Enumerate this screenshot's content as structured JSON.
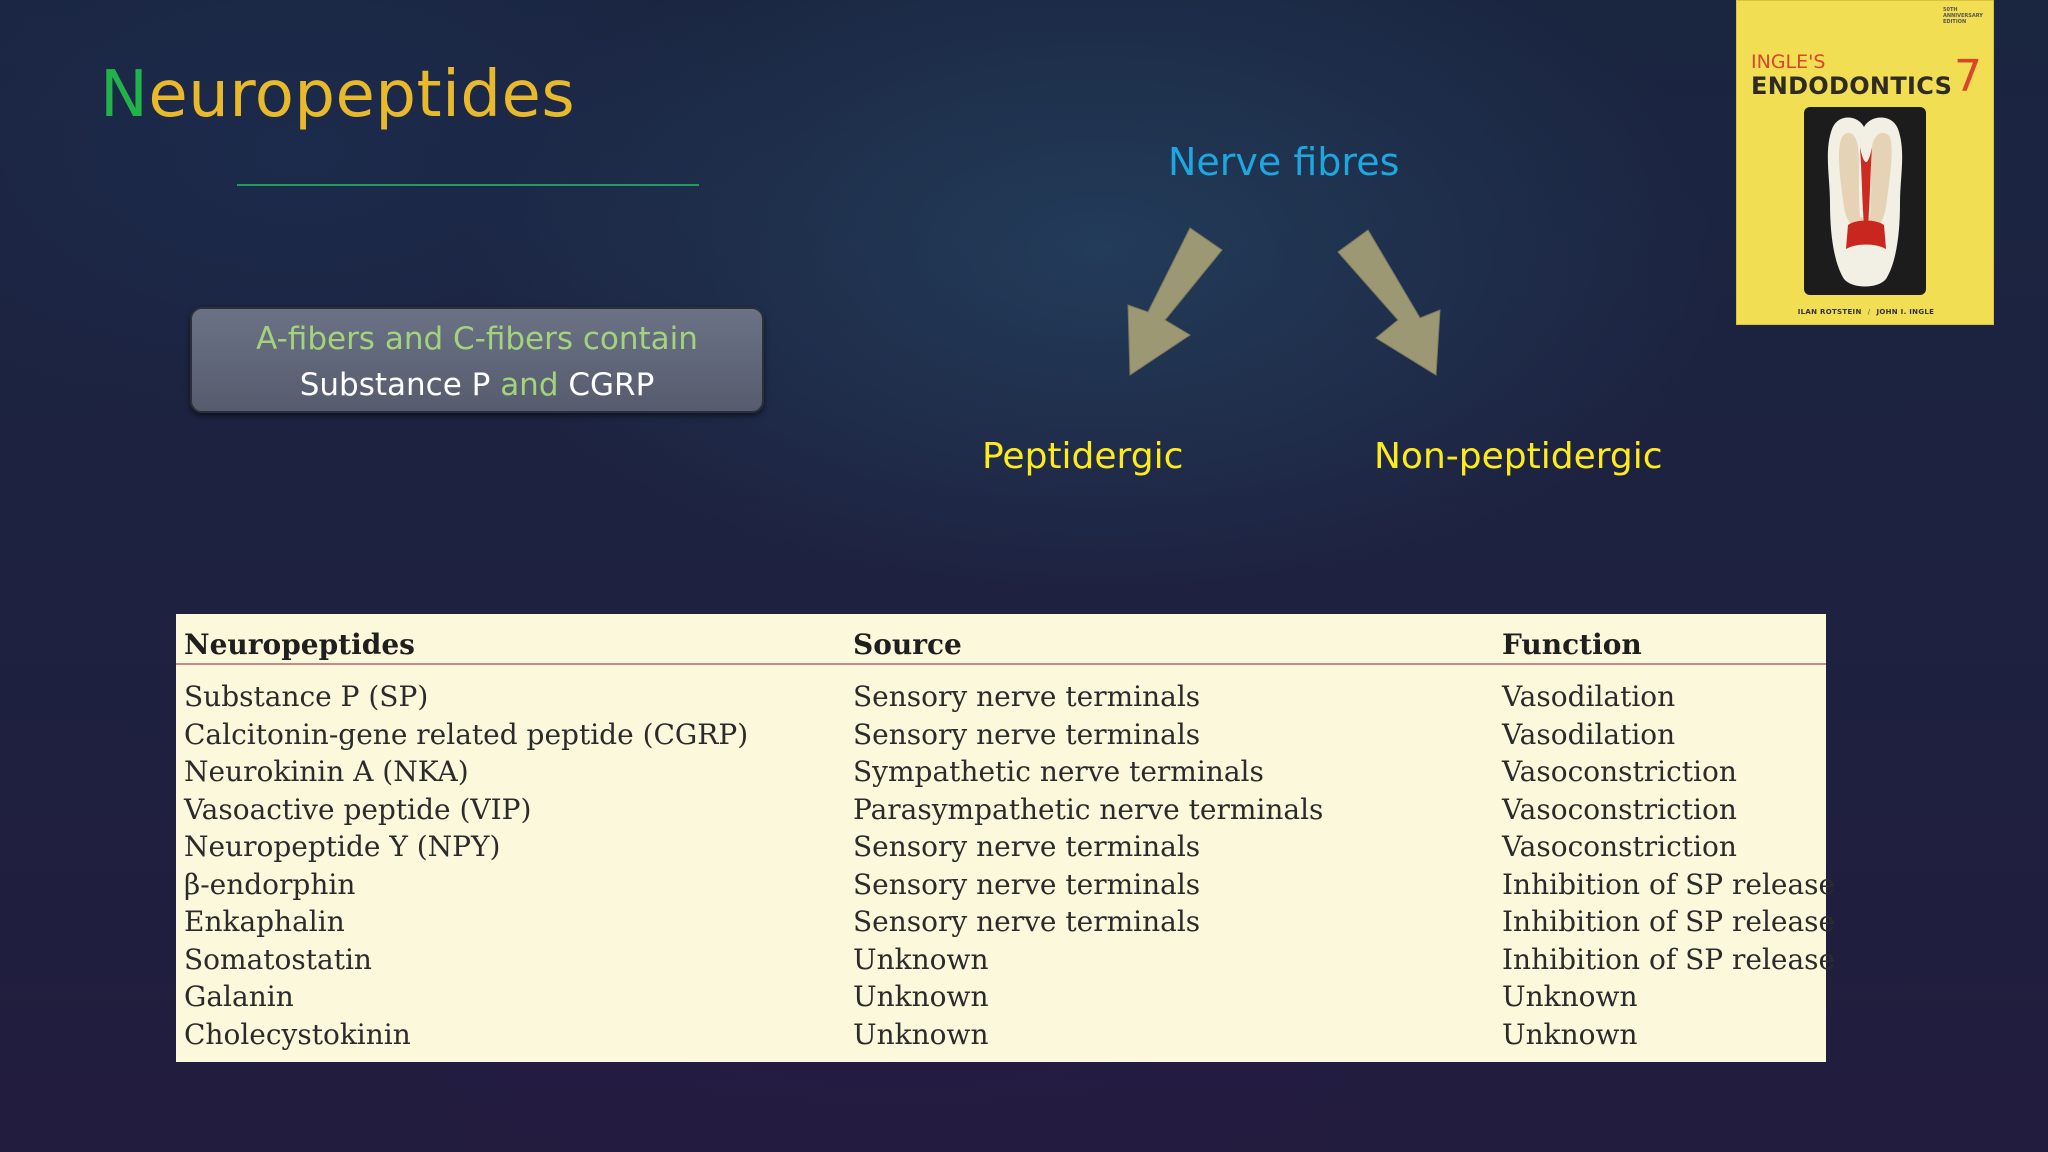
{
  "slide": {
    "title_first_letter": "N",
    "title_rest": "europeptides"
  },
  "callout": {
    "line1": "A-fibers and C-fibers contain",
    "substance_p": "Substance P",
    "and": "and",
    "cgrp": "CGRP"
  },
  "diagram": {
    "root": "Nerve fibres",
    "left_branch": "Peptidergic",
    "right_branch": "Non-peptidergic"
  },
  "book_cover": {
    "edition_note": "50TH ANNIVERSARY EDITION",
    "publisher": "INGLE'S",
    "title": "ENDODONTICS",
    "edition_number": "7",
    "author1": "ILAN ROTSTEIN",
    "author_separator": "/",
    "author2": "JOHN I. INGLE"
  },
  "colors": {
    "title_accent": "#22b24c",
    "title": "#e8b92a",
    "nerve_fibres": "#1da6e0",
    "branch_labels": "#ffeb1a",
    "arrow_fill": "#9c9874",
    "table_bg": "#fcf8dc"
  },
  "table": {
    "headers": [
      "Neuropeptides",
      "Source",
      "Function"
    ],
    "rows": [
      [
        "Substance P (SP)",
        "Sensory nerve terminals",
        "Vasodilation"
      ],
      [
        "Calcitonin-gene related peptide (CGRP)",
        "Sensory nerve terminals",
        "Vasodilation"
      ],
      [
        "Neurokinin A (NKA)",
        "Sympathetic nerve terminals",
        "Vasoconstriction"
      ],
      [
        "Vasoactive peptide (VIP)",
        "Parasympathetic nerve terminals",
        "Vasoconstriction"
      ],
      [
        "Neuropeptide Y (NPY)",
        "Sensory nerve terminals",
        "Vasoconstriction"
      ],
      [
        "β-endorphin",
        "Sensory nerve terminals",
        "Inhibition of SP release"
      ],
      [
        "Enkaphalin",
        "Sensory nerve terminals",
        "Inhibition of SP release"
      ],
      [
        "Somatostatin",
        "Unknown",
        "Inhibition of SP release"
      ],
      [
        "Galanin",
        "Unknown",
        "Unknown"
      ],
      [
        "Cholecystokinin",
        "Unknown",
        "Unknown"
      ]
    ]
  }
}
